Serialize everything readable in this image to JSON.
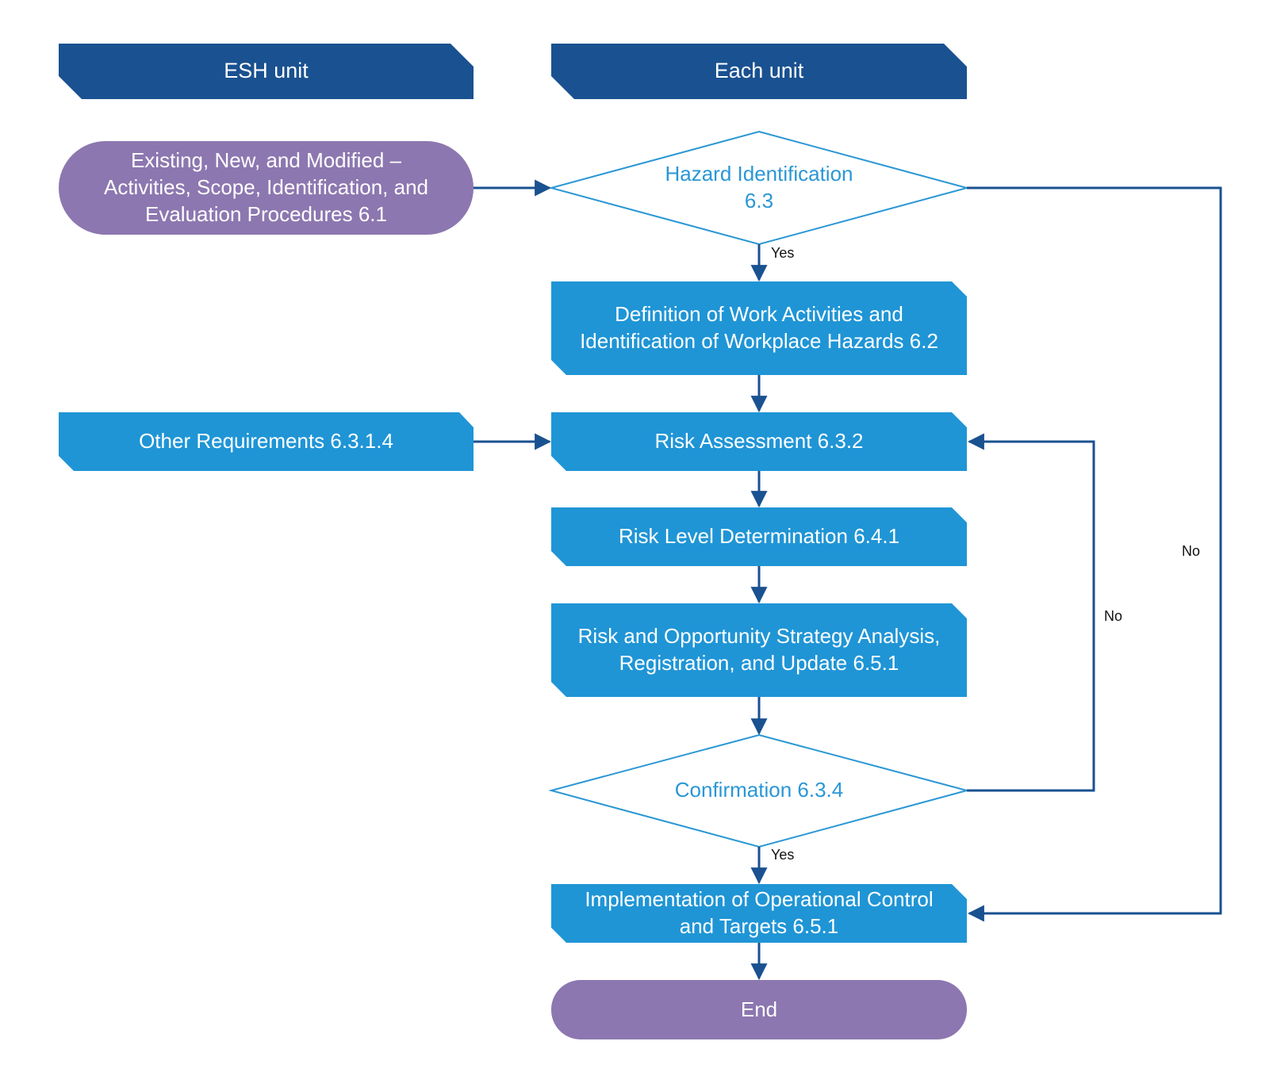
{
  "colors": {
    "header": "#1a5190",
    "process": "#1f95d6",
    "terminal": "#8c77b0",
    "decision_stroke": "#2a97d4",
    "decision_text": "#2a97d4",
    "connector": "#1a5190",
    "background": "#ffffff"
  },
  "lanes": {
    "esh": "ESH unit",
    "each": "Each unit"
  },
  "nodes": {
    "start": "Existing, New, and Modified –\nActivities, Scope, Identification, and\nEvaluation Procedures 6.1",
    "hazard": "Hazard Identification\n6.3",
    "definition": "Definition of Work Activities and\nIdentification of Workplace Hazards 6.2",
    "other": "Other Requirements 6.3.1.4",
    "risk_assessment": "Risk Assessment 6.3.2",
    "risk_level": "Risk Level Determination 6.4.1",
    "strategy": "Risk and Opportunity Strategy Analysis,\nRegistration, and Update 6.5.1",
    "confirmation": "Confirmation 6.3.4",
    "implementation": "Implementation of Operational Control\nand Targets 6.5.1",
    "end": "End"
  },
  "edge_labels": {
    "hazard_yes": "Yes",
    "confirm_yes": "Yes",
    "confirm_no": "No",
    "hazard_no": "No"
  }
}
